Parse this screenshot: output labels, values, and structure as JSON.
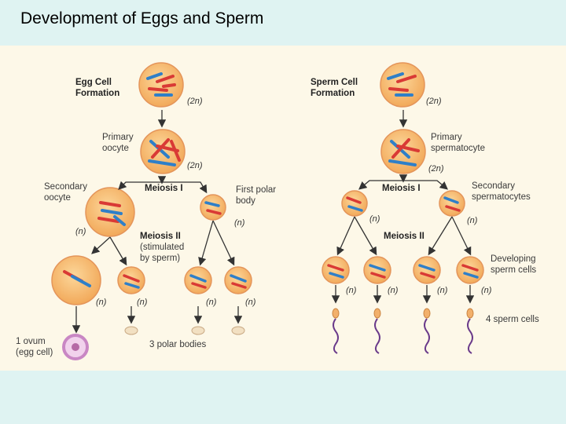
{
  "title": "Development of Eggs and Sperm",
  "colors": {
    "cell_fill": "#f7b866",
    "cell_edge": "#e4955a",
    "chrom_red": "#d93a35",
    "chrom_blue": "#2f7fc8",
    "sperm_tail": "#6a3a8a",
    "ovum": "#c987c4"
  },
  "egg": {
    "heading_line1": "Egg Cell",
    "heading_line2": "Formation",
    "ploidy_2n_a": "(2n)",
    "primary_line1": "Primary",
    "primary_line2": "oocyte",
    "ploidy_2n_b": "(2n)",
    "secondary_line1": "Secondary",
    "secondary_line2": "oocyte",
    "meiosis1": "Meiosis I",
    "polar_line1": "First polar",
    "polar_line2": "body",
    "ploidy_n_sec": "(n)",
    "ploidy_n_polar": "(n)",
    "meiosis2_line1": "Meiosis II",
    "meiosis2_line2": "(stimulated",
    "meiosis2_line3": "by sperm)",
    "ploidy_n_1": "(n)",
    "ploidy_n_2": "(n)",
    "ploidy_n_3": "(n)",
    "ploidy_n_4": "(n)",
    "ovum_line1": "1 ovum",
    "ovum_line2": "(egg cell)",
    "polar_bodies": "3 polar bodies"
  },
  "sperm": {
    "heading_line1": "Sperm Cell",
    "heading_line2": "Formation",
    "ploidy_2n_a": "(2n)",
    "primary_line1": "Primary",
    "primary_line2": "spermatocyte",
    "ploidy_2n_b": "(2n)",
    "meiosis1": "Meiosis I",
    "secondary_line1": "Secondary",
    "secondary_line2": "spermatocytes",
    "ploidy_n_a": "(n)",
    "ploidy_n_b": "(n)",
    "meiosis2": "Meiosis II",
    "developing_line1": "Developing",
    "developing_line2": "sperm cells",
    "ploidy_n_1": "(n)",
    "ploidy_n_2": "(n)",
    "ploidy_n_3": "(n)",
    "ploidy_n_4": "(n)",
    "sperm_count": "4 sperm cells"
  }
}
